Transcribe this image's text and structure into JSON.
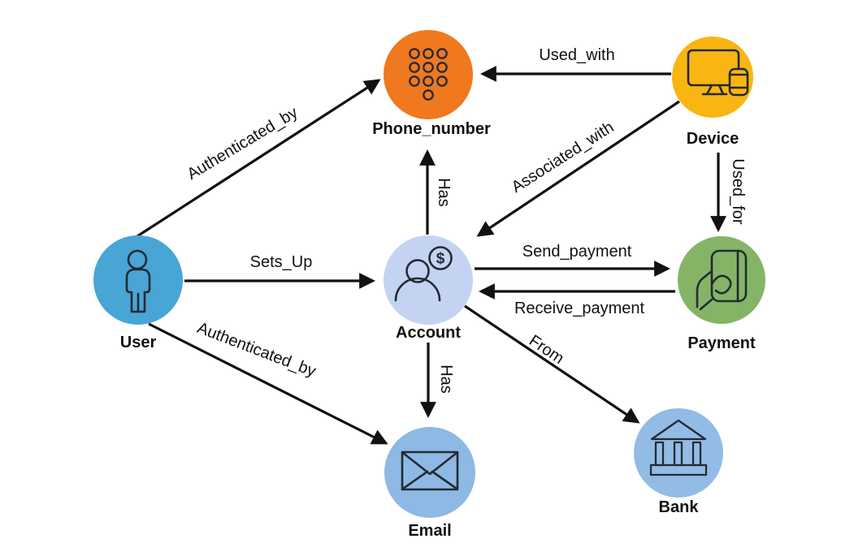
{
  "diagram": {
    "background_color": "#ffffff",
    "edge_color": "#111111",
    "icon_color": "#222b33",
    "nodes": [
      {
        "id": "user",
        "label": "User",
        "color": "#49A5D6",
        "icon": "person-icon"
      },
      {
        "id": "phone_number",
        "label": "Phone_number",
        "color": "#F0781E",
        "icon": "keypad-icon"
      },
      {
        "id": "device",
        "label": "Device",
        "color": "#F9B511",
        "icon": "computer-devices-icon"
      },
      {
        "id": "account",
        "label": "Account",
        "color": "#C5D3F2",
        "icon": "account-person-dollar-icon",
        "badge_glyph": "$"
      },
      {
        "id": "payment",
        "label": "Payment",
        "color": "#85B467",
        "icon": "hand-holding-card-icon"
      },
      {
        "id": "email",
        "label": "Email",
        "color": "#8DB9E4",
        "icon": "envelope-icon"
      },
      {
        "id": "bank",
        "label": "Bank",
        "color": "#92BCE5",
        "icon": "bank-building-icon"
      }
    ],
    "edges": [
      {
        "from": "User",
        "to": "Phone_number",
        "label": "Authenticated_by"
      },
      {
        "from": "Device",
        "to": "Phone_number",
        "label": "Used_with"
      },
      {
        "from": "Device",
        "to": "Account",
        "label": "Associated_with"
      },
      {
        "from": "Device",
        "to": "Payment",
        "label": "Used_for"
      },
      {
        "from": "User",
        "to": "Account",
        "label": "Sets_Up"
      },
      {
        "from": "Account",
        "to": "Phone_number",
        "label": "Has"
      },
      {
        "from": "Account",
        "to": "Payment",
        "label": "Send_payment"
      },
      {
        "from": "Payment",
        "to": "Account",
        "label": "Receive_payment"
      },
      {
        "from": "Account",
        "to": "Bank",
        "label": "From"
      },
      {
        "from": "User",
        "to": "Email",
        "label": "Authenticated_by"
      },
      {
        "from": "Account",
        "to": "Email",
        "label": "Has"
      }
    ]
  }
}
